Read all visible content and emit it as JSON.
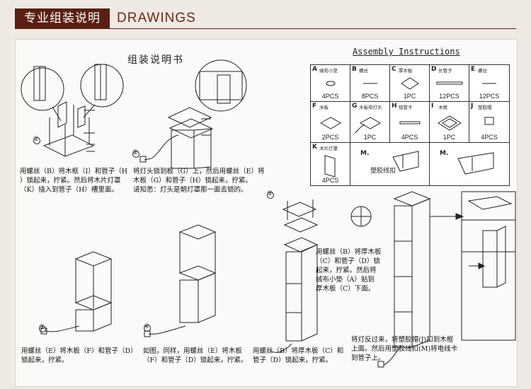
{
  "header": {
    "title_cn": "专业组装说明",
    "title_en": "DRAWINGS"
  },
  "sheet": {
    "title_cn": "组装说明书",
    "title_en": "Assembly Instructions",
    "step_numbers": [
      "①",
      "②",
      "③",
      "④",
      "⑤",
      "⑥"
    ],
    "captions": {
      "step1": "用螺丝（B）将木框（I）和管子（H\n）锁起来，拧紧。然后将木片灯罩\n（K）插入到管子（H）槽里面。",
      "step2": "将灯头锁到板（G）上，然后用螺丝（E）将\n木板（G）和管子（H）锁起来，拧紧。\n请知悉：灯头是朝灯罩那一面去锁的。",
      "step3": "用螺丝（E）将木板（F）和管子（D）\n锁起来，拧紧。",
      "step4": "如图，同样，用螺丝（E）将木板\n（F）和管子（D）锁起来，拧紧。",
      "step5": "用螺丝（B）将厚木板（C）和\n管子（D）锁起来，拧紧。",
      "step6": "用螺丝（B）将厚木板\n（C）和管子（D）锁\n起来，拧紧。然后将\n绒布小垫（A）贴到\n厚木板（C）下面。",
      "step7": "将灯反过来，将塑胶帽(J)扣到木框\n上面。然后用塑胶线扣(M)将电线卡\n到管子上。"
    },
    "parts": [
      {
        "letter": "A",
        "name": "绒布小垫",
        "qty": "4PCS"
      },
      {
        "letter": "B",
        "name": "螺丝",
        "qty": "8PCS"
      },
      {
        "letter": "C",
        "name": "厚木板",
        "qty": "1PC"
      },
      {
        "letter": "D",
        "name": "长管子",
        "qty": "12PCS"
      },
      {
        "letter": "E",
        "name": "螺丝",
        "qty": "12PCS"
      },
      {
        "letter": "F",
        "name": "木板",
        "qty": "2PCS"
      },
      {
        "letter": "G",
        "name": "木板带灯头",
        "qty": "1PC"
      },
      {
        "letter": "H",
        "name": "短管子",
        "qty": "4PCS"
      },
      {
        "letter": "I",
        "name": "木框",
        "qty": "1PC"
      },
      {
        "letter": "J",
        "name": "塑胶帽",
        "qty": "4PCS"
      },
      {
        "letter": "K",
        "name": "木片灯罩",
        "qty": "4PCS"
      },
      {
        "letter": "M",
        "name": "塑胶线扣",
        "qty": ""
      }
    ],
    "part_m_letter": "M."
  }
}
